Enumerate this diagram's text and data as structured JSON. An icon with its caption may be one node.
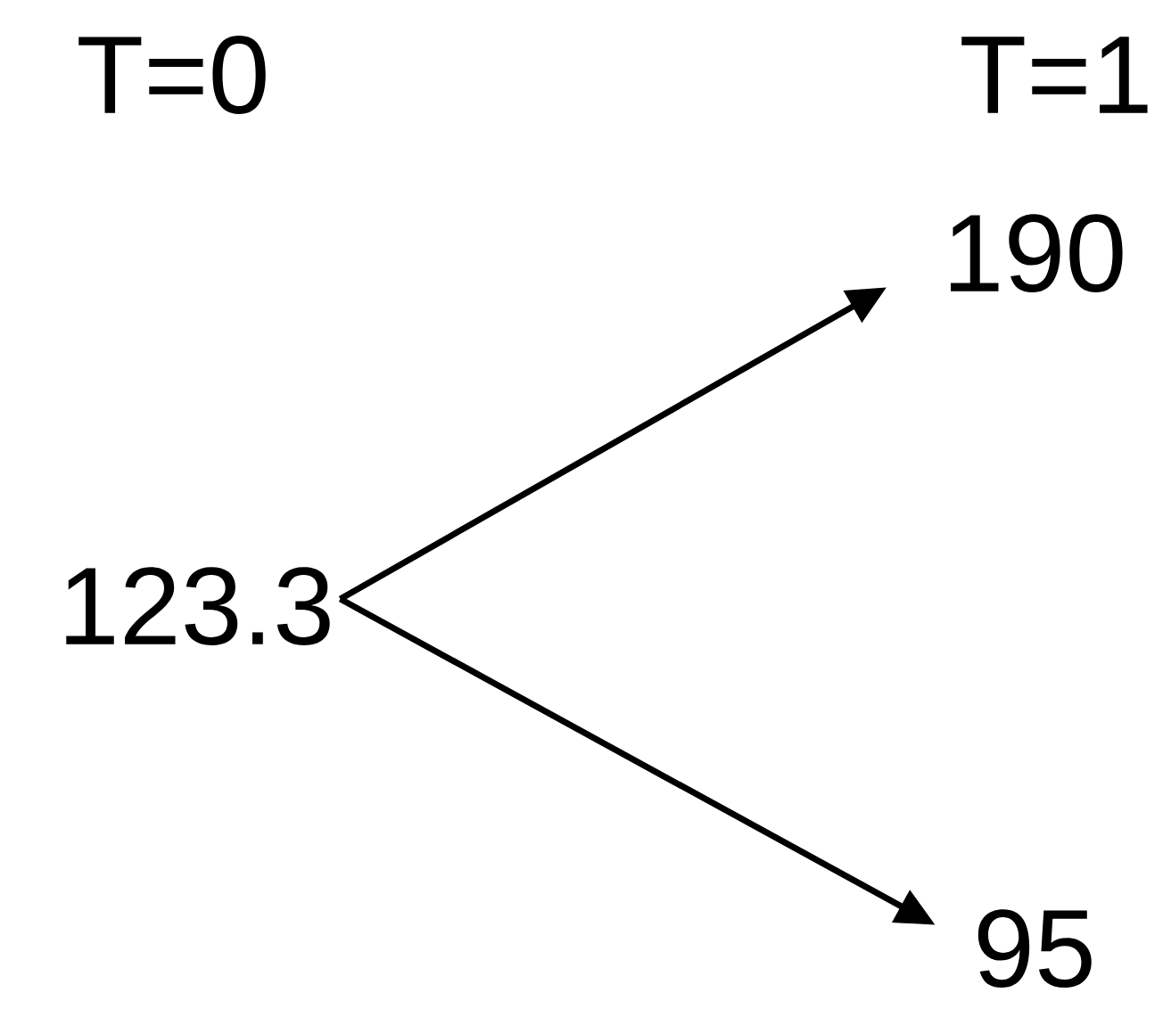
{
  "diagram": {
    "nodes": [
      {
        "text": [
          "123.3"
        ]
      },
      {
        "text": [
          "190"
        ]
      },
      {
        "text": [
          "95"
        ]
      }
    ],
    "edges": [
      {
        "from": 0,
        "to": 1,
        "arrow": "to"
      },
      {
        "from": 0,
        "to": 2,
        "arrow": "to"
      }
    ],
    "labels": [
      "T=0",
      "T=1"
    ]
  }
}
